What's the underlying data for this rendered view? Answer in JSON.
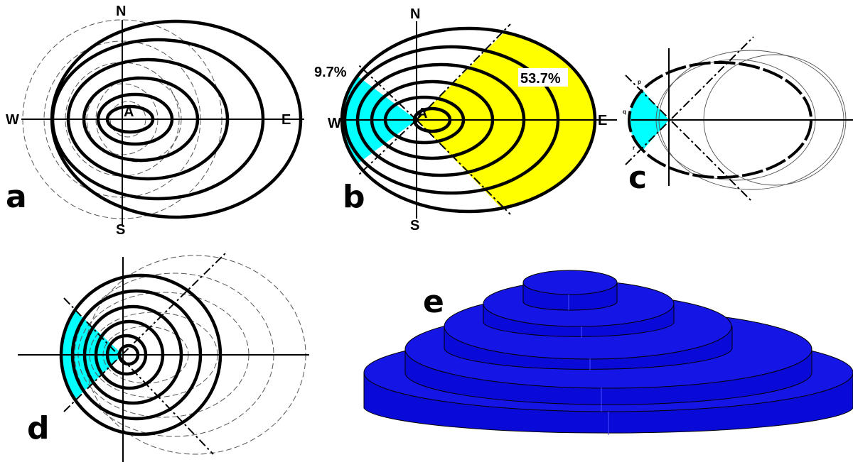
{
  "panels": {
    "a": {
      "label": "a",
      "north": "N",
      "south": "S",
      "west": "W",
      "east": "E",
      "center": "A"
    },
    "b": {
      "label": "b",
      "north": "N",
      "south": "S",
      "west": "W",
      "east": "E",
      "center": "A",
      "west_sector_percent": "9.7%",
      "east_sector_percent": "53.7%"
    },
    "c": {
      "label": "c",
      "point_p": "p",
      "point_q": "q",
      "point_r": "r"
    },
    "d": {
      "label": "d"
    },
    "e": {
      "label": "e"
    }
  },
  "colors": {
    "west_sector": "#00ffff",
    "east_sector": "#ffff00",
    "solid_fill": "#0a0ad8",
    "outline": "#000000"
  }
}
